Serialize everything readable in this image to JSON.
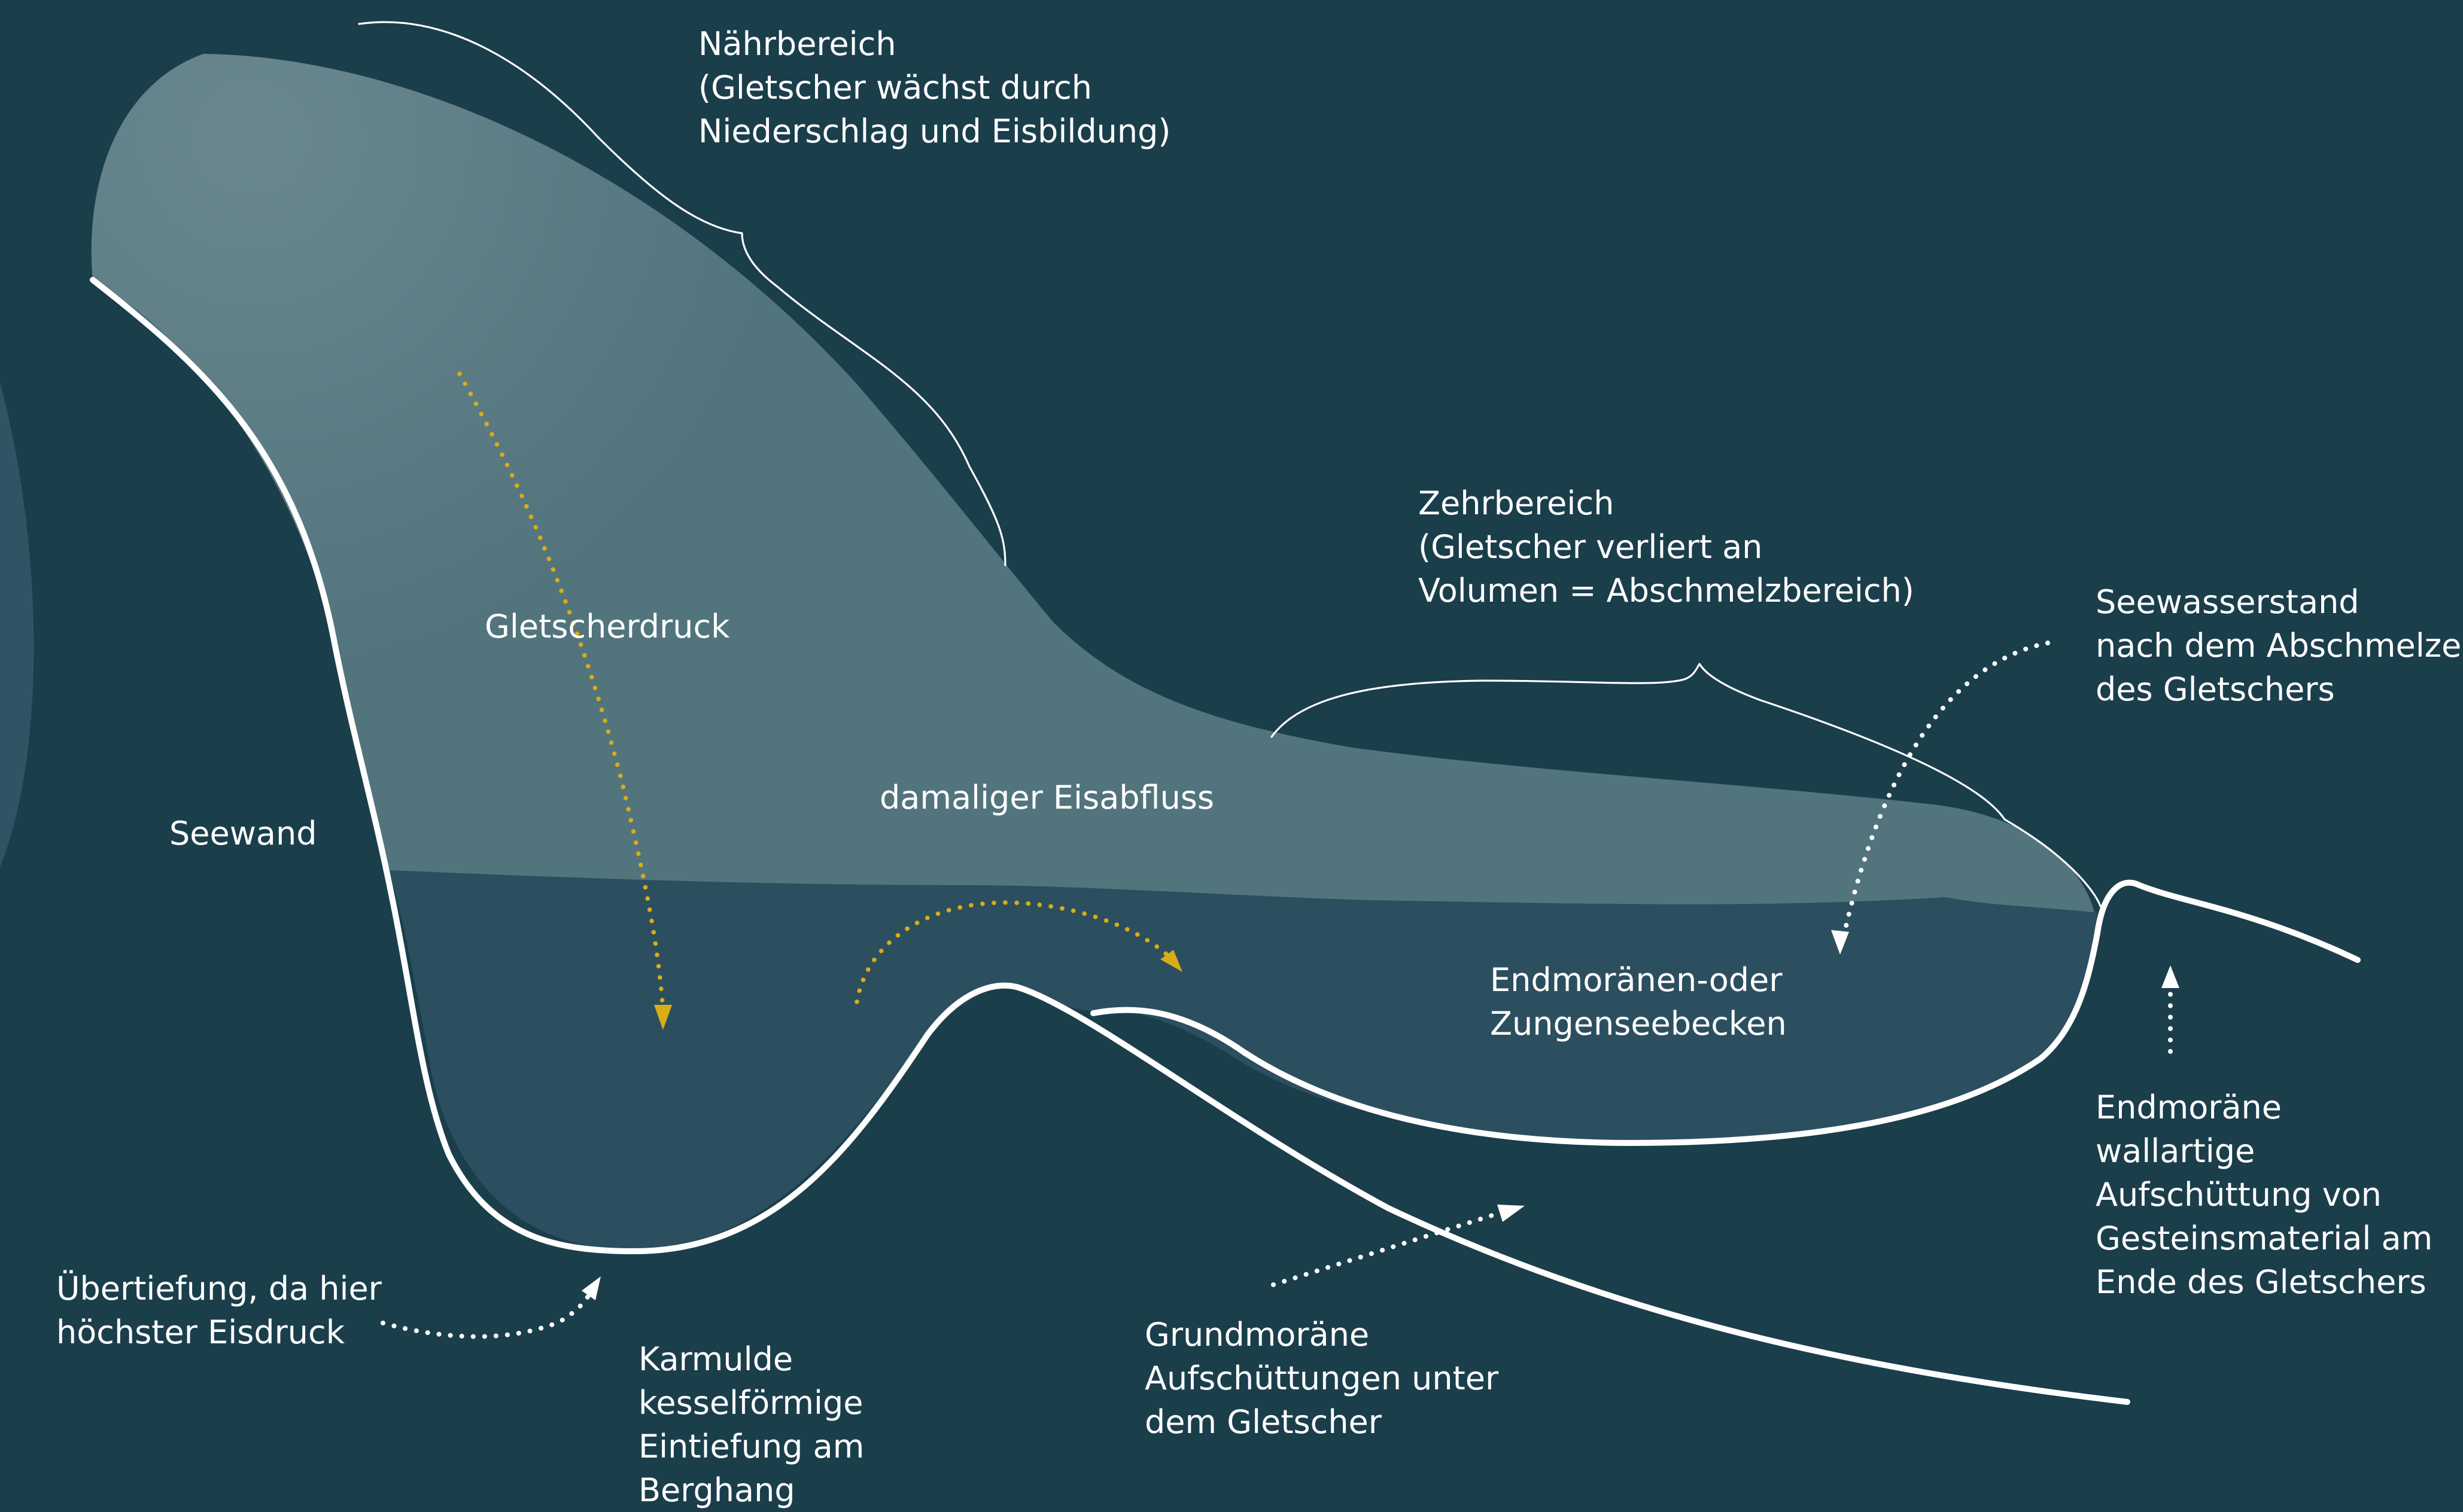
{
  "colors": {
    "background": "#1b3e4b",
    "glacier_ice": "#52747d",
    "lake_basin": "#2c4f5f",
    "terrain_outline": "#ffffff",
    "ice_pressure_arrows": "#d9ac18"
  },
  "labels": {
    "naehrbereich": [
      "Nährbereich",
      "(Gletscher wächst durch",
      "Niederschlag und Eisbildung)"
    ],
    "zehrbereich": [
      "Zehrbereich",
      "(Gletscher verliert an",
      "Volumen = Abschmelzbereich)"
    ],
    "seewasserstand": [
      "Seewasserstand",
      "nach dem Abschmelzen",
      "des Gletschers"
    ],
    "gletscherdruck": "Gletscherdruck",
    "seewand": "Seewand",
    "eisabfluss": "damaliger Eisabfluss",
    "zungenseebecken": [
      "Endmoränen-oder",
      "Zungenseebecken"
    ],
    "endmoraene": [
      "Endmoräne",
      "wallartige",
      "Aufschüttung von",
      "Gesteinsmaterial am",
      "Ende des Gletschers"
    ],
    "uebertiefung": [
      "Übertiefung, da hier",
      "höchster Eisdruck"
    ],
    "karmulde": [
      "Karmulde",
      "kesselförmige",
      "Eintiefung am",
      "Berghang"
    ],
    "grundmoraene": [
      "Grundmoräne",
      "Aufschüttungen unter",
      "dem Gletscher"
    ]
  }
}
